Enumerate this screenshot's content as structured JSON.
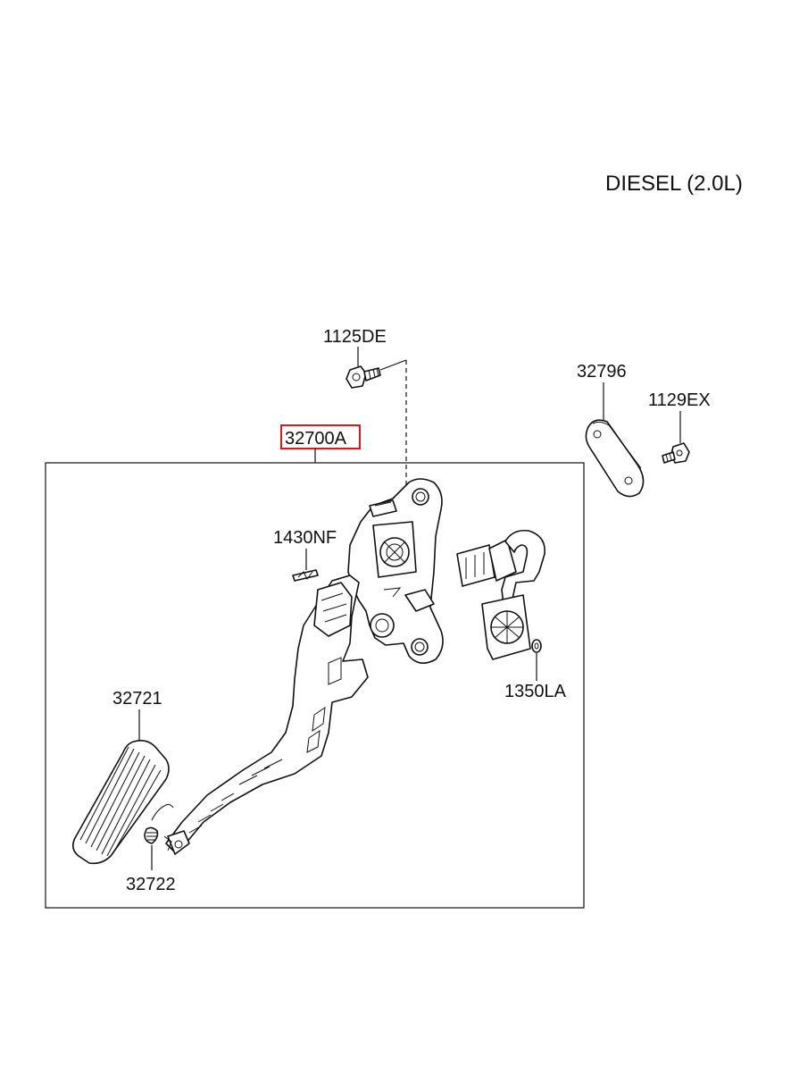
{
  "engine_label": "DIESEL (2.0L)",
  "callouts": {
    "bolt_top": "1125DE",
    "assembly": "32700A",
    "clip": "1430NF",
    "plate": "32796",
    "screw": "1129EX",
    "nut": "1350LA",
    "pad": "32721",
    "spring": "32722"
  },
  "colors": {
    "highlight": "#e0141e",
    "ink": "#111111"
  }
}
